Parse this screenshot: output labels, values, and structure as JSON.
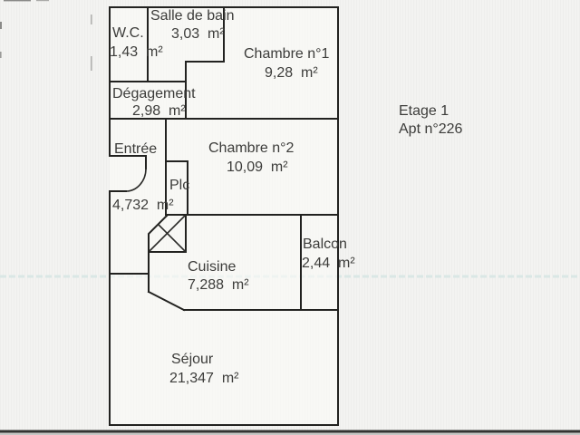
{
  "title_block": {
    "floor": "Etage 1",
    "apartment": "Apt n°226"
  },
  "rooms": {
    "wc": {
      "name": "W.C.",
      "area": "1,43  m²"
    },
    "salle_de_bain": {
      "name": "Salle de bain",
      "area": "3,03  m²"
    },
    "chambre1": {
      "name": "Chambre n°1",
      "area": "9,28  m²"
    },
    "degagement": {
      "name": "Dégagement",
      "area": "2,98  m²"
    },
    "entree": {
      "name": "Entrée",
      "area": "4,732  m²"
    },
    "chambre2": {
      "name": "Chambre n°2",
      "area": "10,09  m²"
    },
    "placard": {
      "name": "Plc"
    },
    "cuisine": {
      "name": "Cuisine",
      "area": "7,288  m²"
    },
    "balcon": {
      "name": "Balcon",
      "area": "2,44  m²"
    },
    "sejour": {
      "name": "Séjour",
      "area": "21,347  m²"
    }
  },
  "colors": {
    "wall": "#222220",
    "text": "#3c3c3a",
    "paper": "#f3f3f1"
  }
}
